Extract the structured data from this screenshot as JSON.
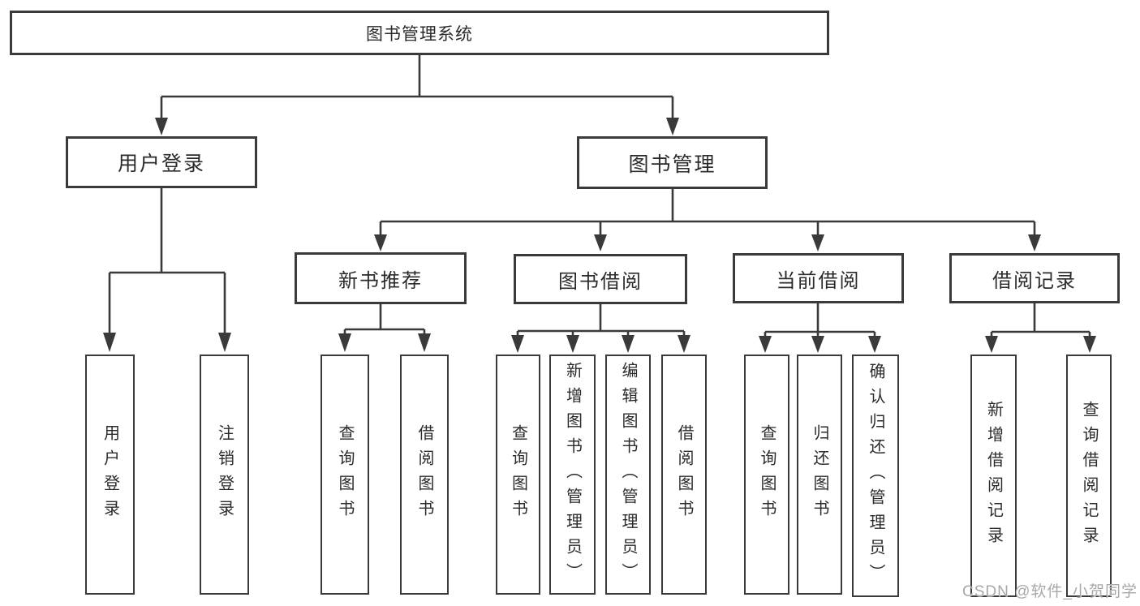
{
  "tree": {
    "root": {
      "label": "图书管理系统"
    },
    "user_login": {
      "label": "用户登录",
      "children": [
        "用户登录",
        "注销登录"
      ]
    },
    "book_mgmt": {
      "label": "图书管理",
      "children": {
        "new_book": {
          "label": "新书推荐",
          "children": [
            "查询图书",
            "借阅图书"
          ]
        },
        "book_borrow": {
          "label": "图书借阅",
          "children": [
            "查询图书",
            "新增图书（管理员）",
            "编辑图书（管理员）",
            "借阅图书"
          ]
        },
        "current_borrow": {
          "label": "当前借阅",
          "children": [
            "查询图书",
            "归还图书",
            "确认归还（管理员）"
          ]
        },
        "borrow_record": {
          "label": "借阅记录",
          "children": [
            "新增借阅记录",
            "查询借阅记录"
          ]
        }
      }
    }
  },
  "watermark": {
    "text": "CSDN @软件_小贺同学"
  },
  "colors": {
    "line": "#3a3a3a",
    "box_border": "#3a3a3a",
    "box_fill": "#ffffff",
    "text": "#2b2b2b",
    "background": "#ffffff",
    "watermark_text": "#a8a8a8"
  }
}
